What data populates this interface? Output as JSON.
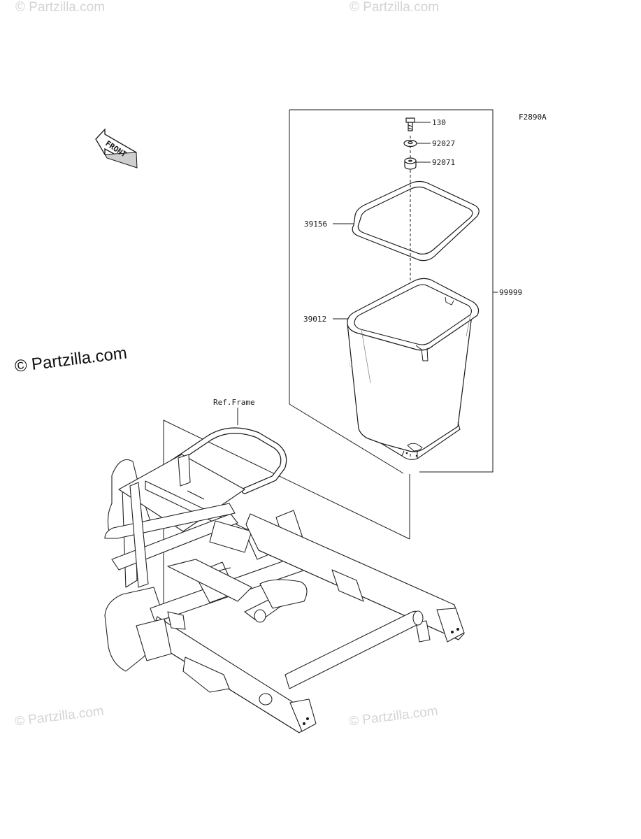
{
  "diagram_code": "F2890A",
  "ref_frame": "Ref.Frame",
  "front_label": "FRONT",
  "copyright": "© Partzilla.com",
  "watermark": "© Partzilla.com",
  "parts": {
    "bolt": "130",
    "washer": "92027",
    "damper": "92071",
    "seal": "39156",
    "container": "39012",
    "assembly": "99999"
  }
}
